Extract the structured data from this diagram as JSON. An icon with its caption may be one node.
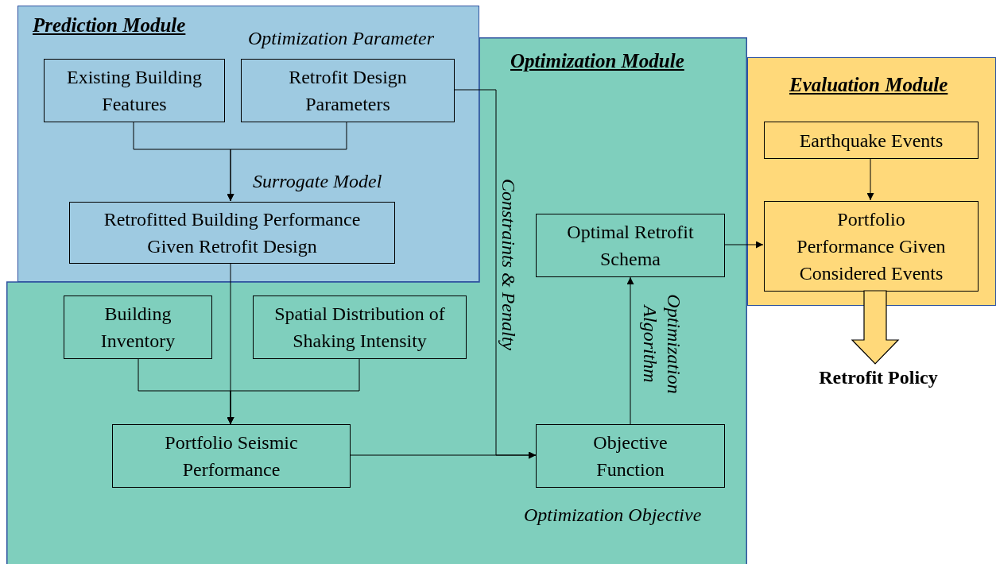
{
  "diagram": {
    "nodes": [
      {
        "text": [
          "Prediction Module"
        ]
      },
      {
        "text": [
          "Existing Building Features"
        ],
        "in": 0
      },
      {
        "text": [
          "Retrofit Design Parameters"
        ],
        "in": 0
      },
      {
        "text": [
          "Retrofitted Building Performance Given Retrofit Design"
        ],
        "in": 0
      },
      {
        "text": [
          "Optimization Module"
        ]
      },
      {
        "text": [
          "Building Inventory"
        ],
        "in": 4
      },
      {
        "text": [
          "Spatial Distribution of Shaking Intensity"
        ],
        "in": 4
      },
      {
        "text": [
          "Portfolio Seismic Performance"
        ],
        "in": 4
      },
      {
        "text": [
          "Optimal Retrofit Schema"
        ],
        "in": 4
      },
      {
        "text": [
          "Objective Function"
        ],
        "in": 4
      },
      {
        "text": [
          "Evaluation Module"
        ]
      },
      {
        "text": [
          "Earthquake Events"
        ],
        "in": 10
      },
      {
        "text": [
          "Portfolio Performance Given Considered Events"
        ],
        "in": 10
      },
      {
        "text": [
          "Retrofit Policy"
        ]
      }
    ],
    "edges": [
      {
        "from": 1,
        "to": 3,
        "arrow": "to"
      },
      {
        "from": 2,
        "to": 3,
        "arrow": "to"
      },
      {
        "from": 3,
        "to": 7,
        "arrow": "to"
      },
      {
        "from": 5,
        "to": 7,
        "arrow": "to"
      },
      {
        "from": 6,
        "to": 7,
        "arrow": "to"
      },
      {
        "from": 2,
        "to": 9,
        "arrow": "to",
        "label": "Constraints & Penalty"
      },
      {
        "from": 7,
        "to": 9,
        "arrow": "to"
      },
      {
        "from": 9,
        "to": 8,
        "arrow": "to",
        "label": "Optimization Algorithm"
      },
      {
        "from": 8,
        "to": 12,
        "arrow": "to"
      },
      {
        "from": 11,
        "to": 12,
        "arrow": "to"
      },
      {
        "from": 12,
        "to": 13,
        "arrow": "to",
        "style": "thick",
        "color": "#ffd97a"
      }
    ],
    "labels": [
      "Optimization Parameter",
      "Surrogate Model",
      "Optimization Objective"
    ]
  }
}
